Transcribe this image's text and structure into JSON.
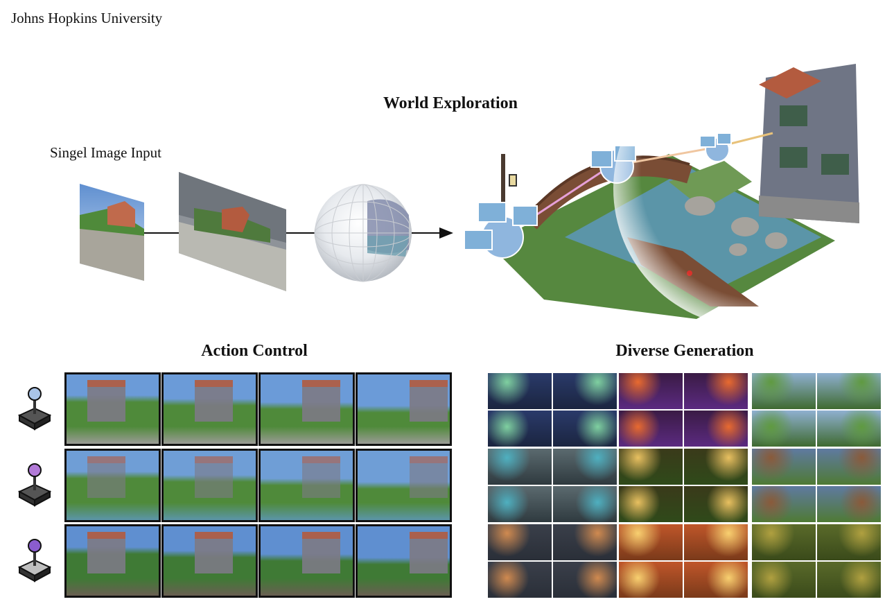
{
  "affiliation": "Johns Hopkins University",
  "sections": {
    "world_exploration": {
      "title": "World Exploration",
      "input_label": "Singel Image Input"
    },
    "action_control": {
      "title": "Action Control",
      "rows": 3,
      "cols": 4
    },
    "diverse_generation": {
      "title": "Diverse Generation",
      "rows": 3,
      "cols": 3
    }
  },
  "colors": {
    "joystick_knob_row1": "#a9c4e8",
    "joystick_knob_row2": "#b27ad8",
    "joystick_knob_row3": "#8a5ccf",
    "sky": "#5f8fd0",
    "grass": "#4f8a3a",
    "stone": "#a9a9a2",
    "roof": "#b35b3f",
    "wood": "#7a4d35",
    "water": "#5b95a8"
  },
  "icons": [
    "joystick-icon",
    "arrow-right-icon"
  ]
}
